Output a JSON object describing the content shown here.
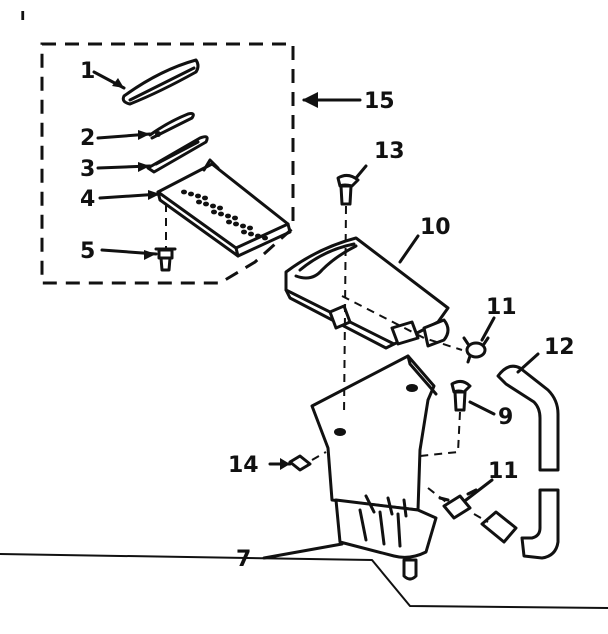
{
  "diagram": {
    "corner_mark": "ı",
    "callouts": [
      {
        "id": "c1",
        "text": "1"
      },
      {
        "id": "c2",
        "text": "2"
      },
      {
        "id": "c3",
        "text": "3"
      },
      {
        "id": "c4",
        "text": "4"
      },
      {
        "id": "c5",
        "text": "5"
      },
      {
        "id": "c15",
        "text": "15"
      },
      {
        "id": "c13",
        "text": "13"
      },
      {
        "id": "c10",
        "text": "10"
      },
      {
        "id": "c11a",
        "text": "11"
      },
      {
        "id": "c12",
        "text": "12"
      },
      {
        "id": "c9",
        "text": "9"
      },
      {
        "id": "c14",
        "text": "14"
      },
      {
        "id": "c11b",
        "text": "11"
      },
      {
        "id": "c7",
        "text": "7"
      }
    ]
  }
}
